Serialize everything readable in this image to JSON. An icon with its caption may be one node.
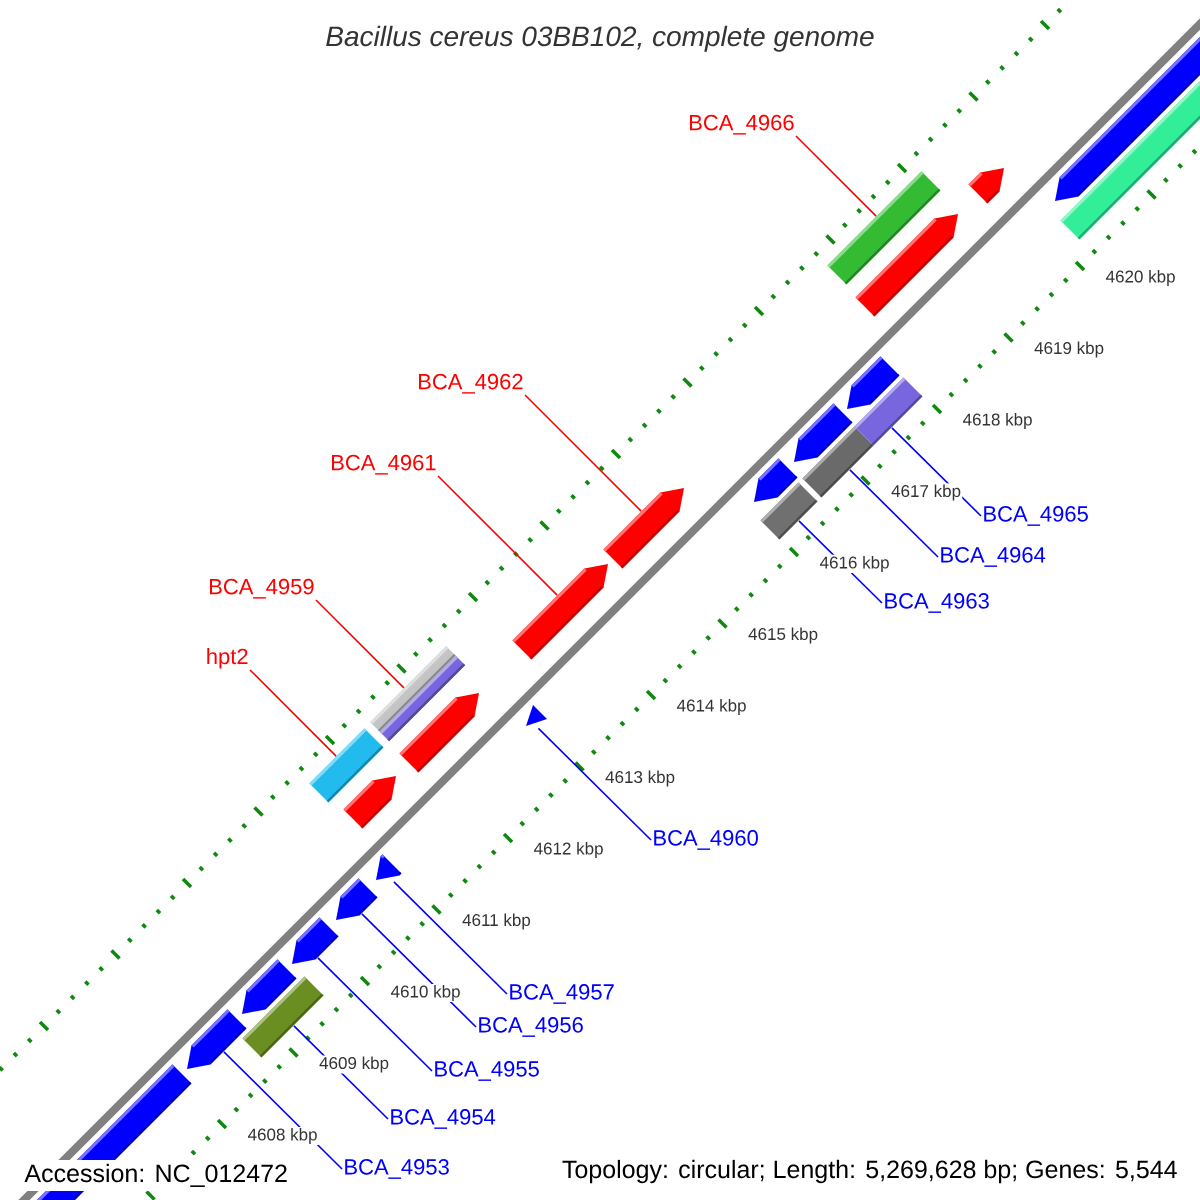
{
  "diagram": {
    "title": "Bacillus cereus 03BB102, complete genome",
    "nodes": [
      {
        "text": [
          "BCA_4966"
        ]
      },
      {
        "text": [
          "BCA_4962"
        ]
      },
      {
        "text": [
          "BCA_4961"
        ]
      },
      {
        "text": [
          "BCA_4965"
        ]
      },
      {
        "text": [
          "BCA_4964"
        ]
      },
      {
        "text": [
          "BCA_4959"
        ]
      },
      {
        "text": [
          "BCA_4963"
        ]
      },
      {
        "text": [
          "hpt2"
        ]
      },
      {
        "text": [
          "BCA_4960"
        ]
      },
      {
        "text": [
          "BCA_4957"
        ]
      },
      {
        "text": [
          "BCA_4956"
        ]
      },
      {
        "text": [
          "BCA_4955"
        ]
      },
      {
        "text": [
          "BCA_4954"
        ]
      },
      {
        "text": [
          "BCA_4953"
        ]
      },
      {
        "text": [],
        "shape": "box"
      },
      {
        "text": [],
        "shape": "box"
      },
      {
        "text": [],
        "shape": "box"
      },
      {
        "text": [],
        "shape": "box"
      },
      {
        "text": [],
        "shape": "pentagon"
      },
      {
        "text": [],
        "shape": "pentagon"
      },
      {
        "text": [],
        "shape": "box"
      },
      {
        "text": [],
        "shape": "pentagon"
      },
      {
        "text": [],
        "shape": "box"
      },
      {
        "text": [],
        "shape": "pentagon"
      },
      {
        "text": [],
        "shape": "pentagon"
      },
      {
        "text": [],
        "shape": "pentagon"
      },
      {
        "text": [],
        "shape": "box"
      },
      {
        "text": [],
        "shape": "pentagon"
      }
    ],
    "edges": [
      {
        "from": 0,
        "to": 14,
        "arrow": "none",
        "color": "#ff0000"
      },
      {
        "from": 1,
        "to": 18,
        "arrow": "none",
        "color": "#ff0000"
      },
      {
        "from": 2,
        "to": 19,
        "arrow": "none",
        "color": "#ff0000"
      },
      {
        "from": 3,
        "to": 15,
        "arrow": "none"
      },
      {
        "from": 4,
        "to": 16,
        "arrow": "none"
      },
      {
        "from": 5,
        "to": 20,
        "arrow": "none",
        "color": "#ff0000"
      },
      {
        "from": 6,
        "to": 17,
        "arrow": "none"
      },
      {
        "from": 7,
        "to": 22,
        "arrow": "none",
        "color": "#ff0000"
      },
      {
        "from": 8,
        "to": 21,
        "arrow": "none"
      },
      {
        "from": 9,
        "to": 23,
        "arrow": "none"
      },
      {
        "from": 10,
        "to": 24,
        "arrow": "none"
      },
      {
        "from": 11,
        "to": 25,
        "arrow": "none"
      },
      {
        "from": 12,
        "to": 26,
        "arrow": "none"
      },
      {
        "from": 13,
        "to": 27,
        "arrow": "none"
      }
    ],
    "labels": [
      "4620 kbp",
      "4619 kbp",
      "4618 kbp",
      "4617 kbp",
      "4616 kbp",
      "4615 kbp",
      "4614 kbp",
      "4613 kbp",
      "4612 kbp",
      "4611 kbp",
      "4610 kbp",
      "4609 kbp",
      "4608 kbp",
      "Accession: NC_012472",
      "Topology: circular; Length: 5,269,628 bp; Genes: 5,544"
    ]
  }
}
